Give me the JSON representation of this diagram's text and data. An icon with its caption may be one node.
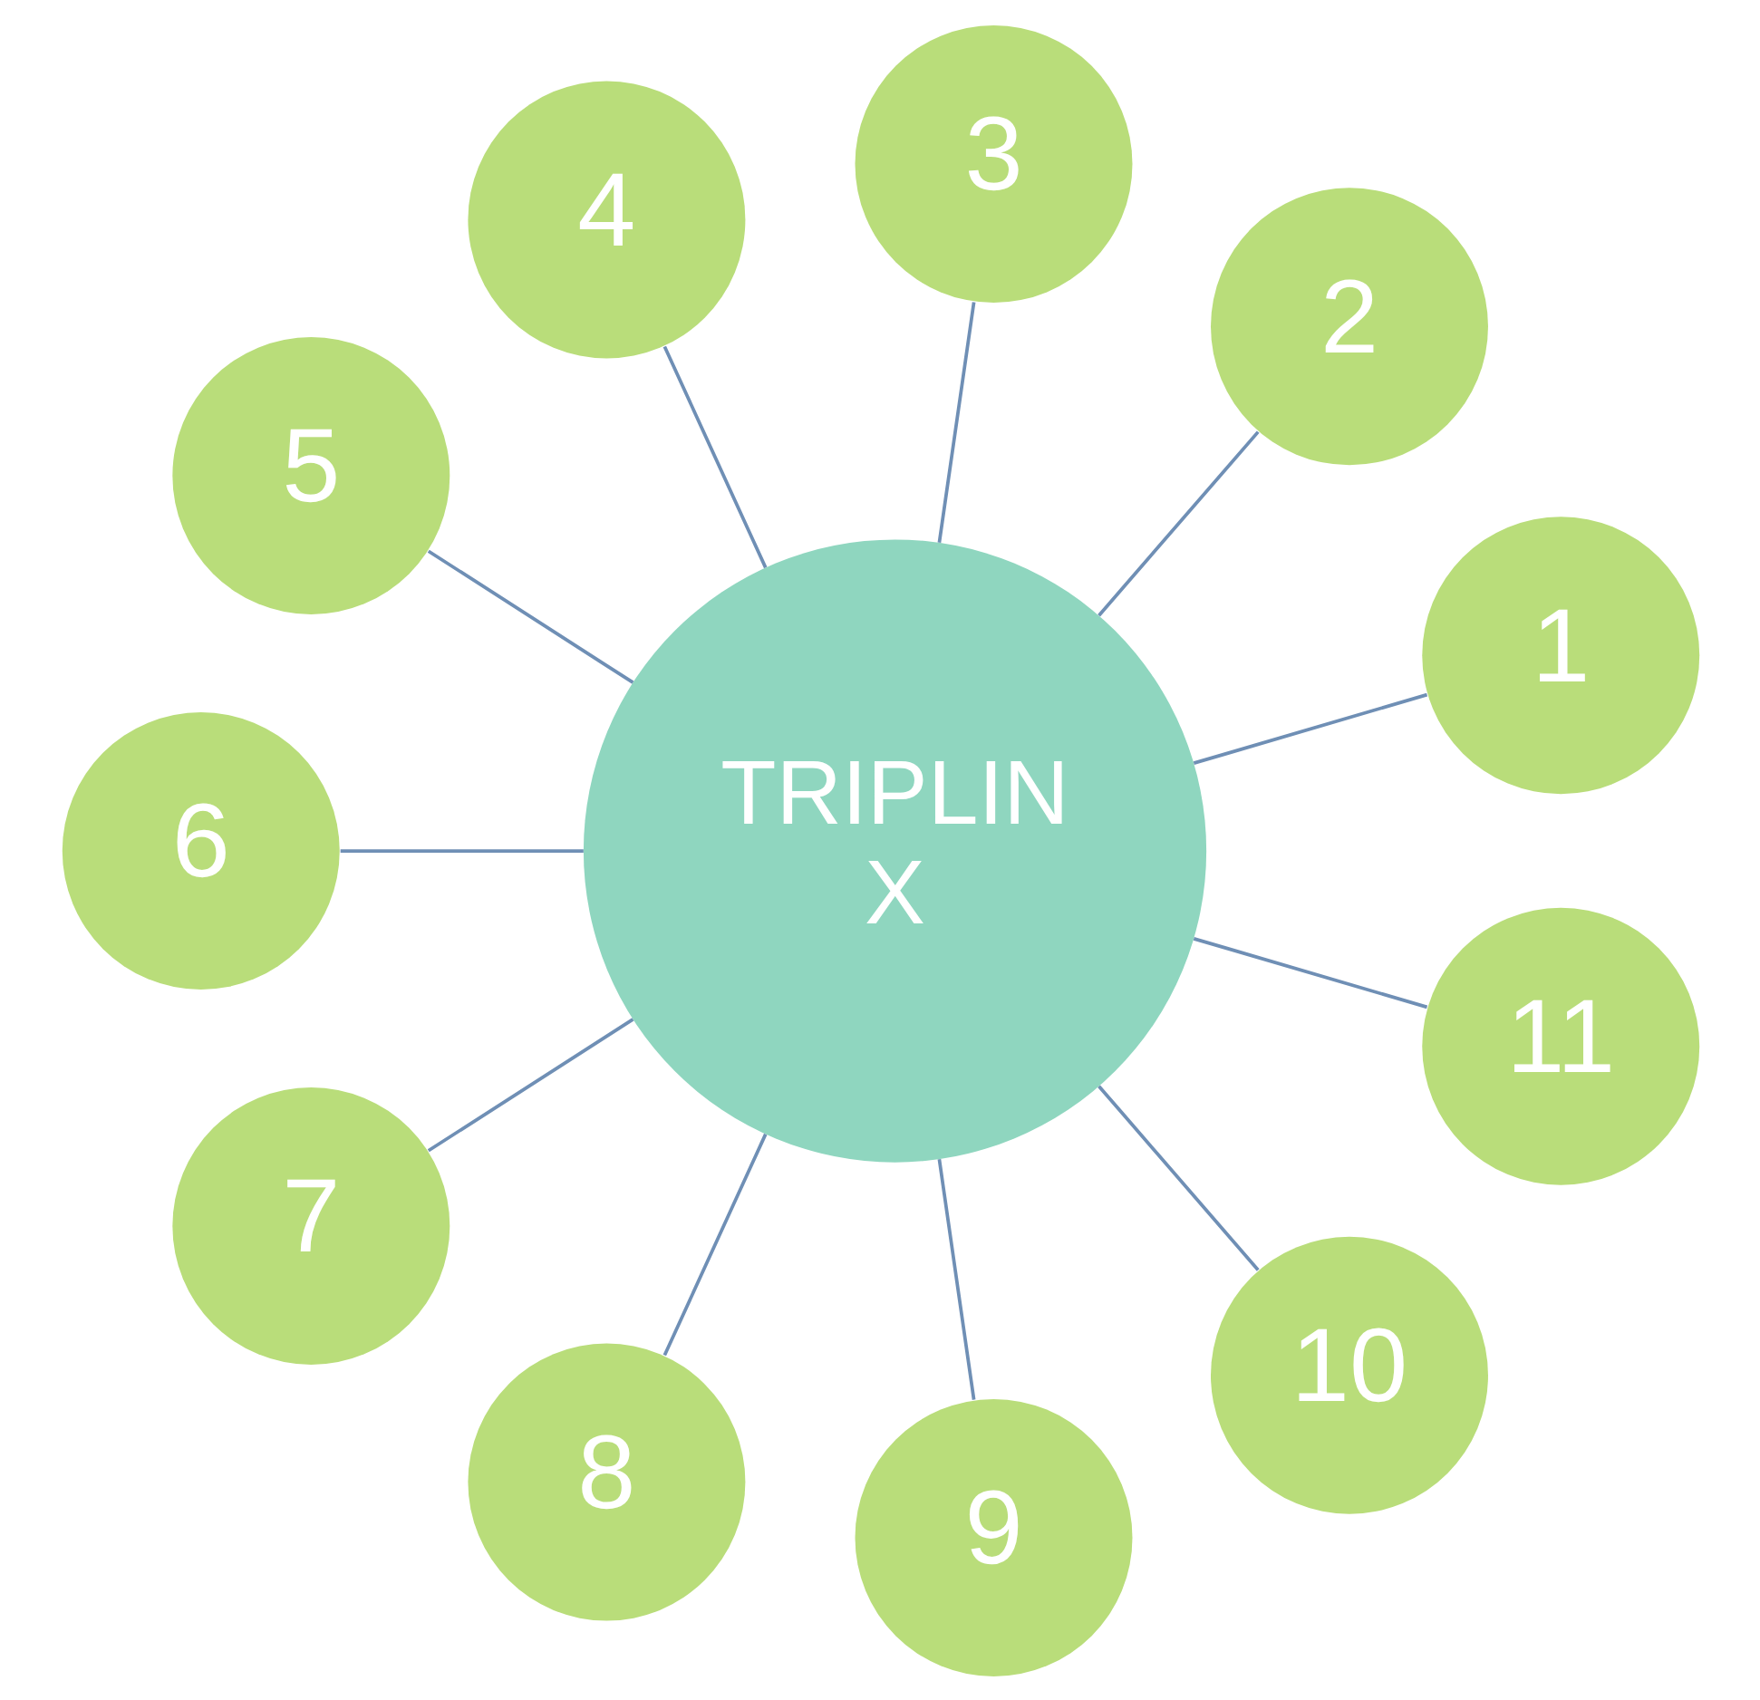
{
  "diagram": {
    "nodes": [
      {
        "text": [
          "TRIPLIN X"
        ]
      },
      {
        "text": [
          "1"
        ]
      },
      {
        "text": [
          "2"
        ]
      },
      {
        "text": [
          "3"
        ]
      },
      {
        "text": [
          "4"
        ]
      },
      {
        "text": [
          "5"
        ]
      },
      {
        "text": [
          "6"
        ]
      },
      {
        "text": [
          "7"
        ]
      },
      {
        "text": [
          "8"
        ]
      },
      {
        "text": [
          "9"
        ]
      },
      {
        "text": [
          "10"
        ]
      },
      {
        "text": [
          "11"
        ]
      }
    ],
    "edges": [
      {
        "from": 0,
        "to": 1,
        "arrow": "none"
      },
      {
        "from": 0,
        "to": 2,
        "arrow": "none"
      },
      {
        "from": 0,
        "to": 3,
        "arrow": "none"
      },
      {
        "from": 0,
        "to": 4,
        "arrow": "none"
      },
      {
        "from": 0,
        "to": 5,
        "arrow": "none"
      },
      {
        "from": 0,
        "to": 6,
        "arrow": "none"
      },
      {
        "from": 0,
        "to": 7,
        "arrow": "none"
      },
      {
        "from": 0,
        "to": 8,
        "arrow": "none"
      },
      {
        "from": 0,
        "to": 9,
        "arrow": "none"
      },
      {
        "from": 0,
        "to": 10,
        "arrow": "none"
      },
      {
        "from": 0,
        "to": 11,
        "arrow": "none"
      }
    ]
  }
}
